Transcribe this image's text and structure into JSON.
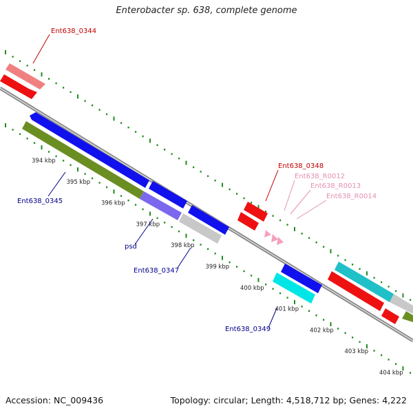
{
  "title": "Enterobacter sp. 638, complete genome",
  "footer": {
    "accession": "Accession: NC_009436",
    "summary": "Topology: circular; Length: 4,518,712 bp; Genes: 4,222"
  },
  "colors": {
    "backbone": "#8a8a8a",
    "tick": "#1f8a1f",
    "label_forward": "#c00000",
    "label_reverse": "#00008b",
    "label_rna": "#e58fb3"
  },
  "ticks": [
    "394 kbp",
    "395 kbp",
    "396 kbp",
    "397 kbp",
    "398 kbp",
    "399 kbp",
    "400 kbp",
    "401 kbp",
    "402 kbp",
    "403 kbp",
    "404 kbp"
  ],
  "genes": [
    {
      "label": "Ent638_0344",
      "strand": "forward"
    },
    {
      "label": "Ent638_0345",
      "strand": "reverse"
    },
    {
      "label": "psd",
      "strand": "reverse"
    },
    {
      "label": "Ent638_0347",
      "strand": "reverse"
    },
    {
      "label": "Ent638_0348",
      "strand": "forward"
    },
    {
      "label": "Ent638_R0012",
      "strand": "rna"
    },
    {
      "label": "Ent638_R0013",
      "strand": "rna"
    },
    {
      "label": "Ent638_R0014",
      "strand": "rna"
    },
    {
      "label": "Ent638_0349",
      "strand": "reverse"
    }
  ]
}
